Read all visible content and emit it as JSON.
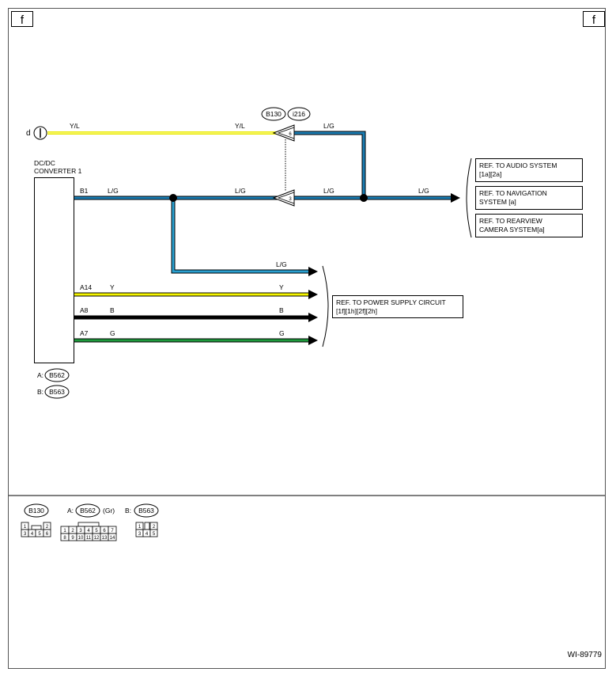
{
  "page": {
    "corner_left": "f",
    "corner_right": "f",
    "figure_id": "WI-89779"
  },
  "colors": {
    "YL_outer": "#e8e800",
    "YL_inner": "#ffff99",
    "LG": "#1a7db3",
    "Y": "#e8e800",
    "B": "#000000",
    "G": "#1e9a3c",
    "frame": "#555555"
  },
  "terminal_d": {
    "label": "d"
  },
  "connectors_top": {
    "b130": "B130",
    "i216": "i216"
  },
  "pins": {
    "pin6": "6",
    "pin3": "3"
  },
  "wires": {
    "yl_left": "Y/L",
    "yl_right": "Y/L",
    "lg_top": "L/G",
    "b1_lg": "L/G",
    "mid_lg": "L/G",
    "right_lg_after_pin3": "L/G",
    "far_right_lg": "L/G",
    "branch_lg": "L/G",
    "a14_y_left": "Y",
    "a14_y_right": "Y",
    "a8_b_left": "B",
    "a8_b_right": "B",
    "a7_g_left": "G",
    "a7_g_right": "G"
  },
  "module": {
    "name_line1": "DC/DC",
    "name_line2": "CONVERTER 1",
    "pin_b1": "B1",
    "pin_a14": "A14",
    "pin_a8": "A8",
    "pin_a7": "A7",
    "conn_a_prefix": "A:",
    "conn_a": "B562",
    "conn_b_prefix": "B:",
    "conn_b": "B563"
  },
  "references": {
    "audio_line1": "REF. TO AUDIO SYSTEM",
    "audio_line2": "[1a][2a]",
    "nav_line1": "REF. TO NAVIGATION",
    "nav_line2": "SYSTEM [a]",
    "cam_line1": "REF. TO REARVIEW",
    "cam_line2": "CAMERA SYSTEM[a]",
    "power_line1": "REF. TO POWER SUPPLY CIRCUIT",
    "power_line2": "[1f][1h][2f][2h]"
  },
  "legend": {
    "b130": {
      "name": "B130",
      "pins": [
        "1",
        "2",
        "3",
        "4",
        "5",
        "6"
      ]
    },
    "b562": {
      "prefix": "A:",
      "name": "B562",
      "suffix": "(Gr)",
      "pins": [
        "1",
        "2",
        "3",
        "4",
        "5",
        "6",
        "7",
        "8",
        "9",
        "10",
        "11",
        "12",
        "13",
        "14"
      ]
    },
    "b563": {
      "prefix": "B:",
      "name": "B563",
      "pins": [
        "1",
        "2",
        "3",
        "4",
        "5"
      ]
    }
  }
}
